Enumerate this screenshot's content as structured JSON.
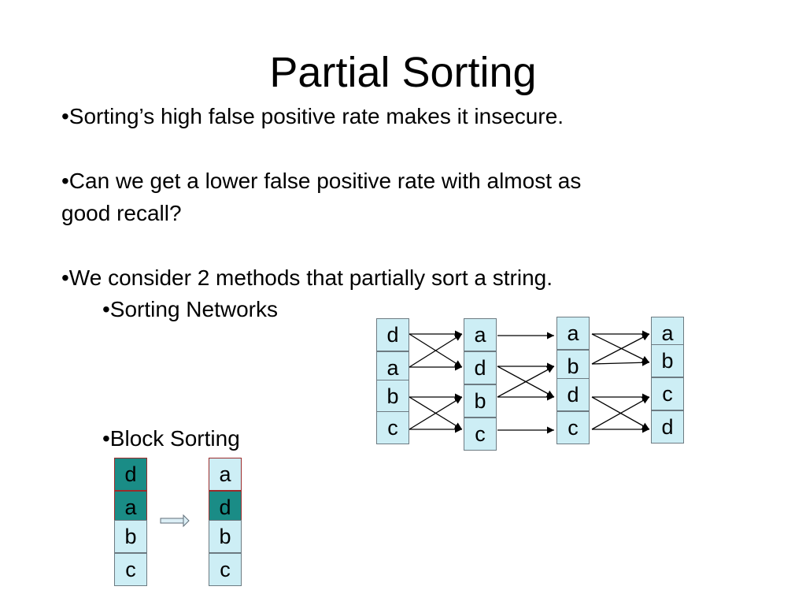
{
  "slide": {
    "title": "Partial Sorting",
    "bullets": [
      "•Sorting’s high false positive rate makes it insecure.",
      "•Can we get a lower false positive rate with almost as",
      "good recall?",
      "•We consider 2 methods that partially sort a string.",
      "•Sorting Networks",
      "•Block Sorting"
    ]
  },
  "colors": {
    "cell_fill": "#cdeef5",
    "highlight_fill": "#1a8c86",
    "highlight_border": "#9c2b2b"
  },
  "sorting_network": {
    "columns": [
      [
        "d",
        "a",
        "b",
        "c"
      ],
      [
        "a",
        "d",
        "b",
        "c"
      ],
      [
        "a",
        "b",
        "d",
        "c"
      ],
      [
        "a",
        "b",
        "c",
        "d"
      ]
    ]
  },
  "block_sorting": {
    "before": [
      "d",
      "a",
      "b",
      "c"
    ],
    "after": [
      "a",
      "d",
      "b",
      "c"
    ]
  }
}
